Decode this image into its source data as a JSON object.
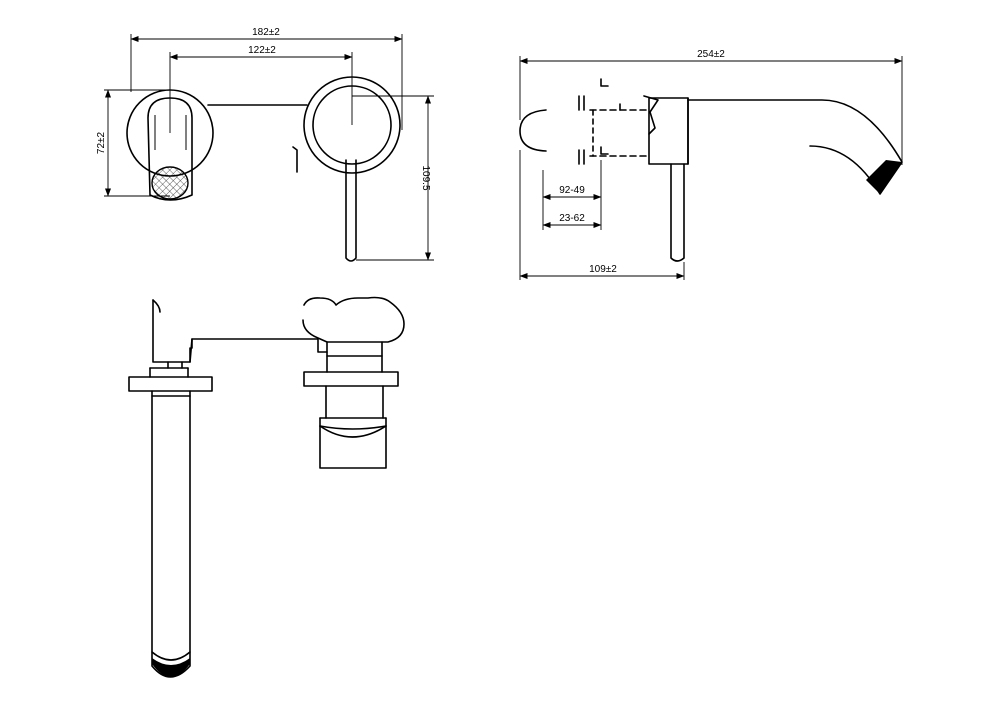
{
  "drawing": {
    "front_view": {
      "dim_overall_width": "182±2",
      "dim_center_spacing": "122±2",
      "dim_plate_height": "72±2",
      "dim_lever_height": "109.5"
    },
    "side_view": {
      "dim_spout_projection": "254±2",
      "dim_wall_depth_range_a": "92-49",
      "dim_wall_depth_range_b": "23-62",
      "dim_lever_projection": "109±2"
    },
    "line_color": "#000000",
    "background_color": "#ffffff"
  }
}
